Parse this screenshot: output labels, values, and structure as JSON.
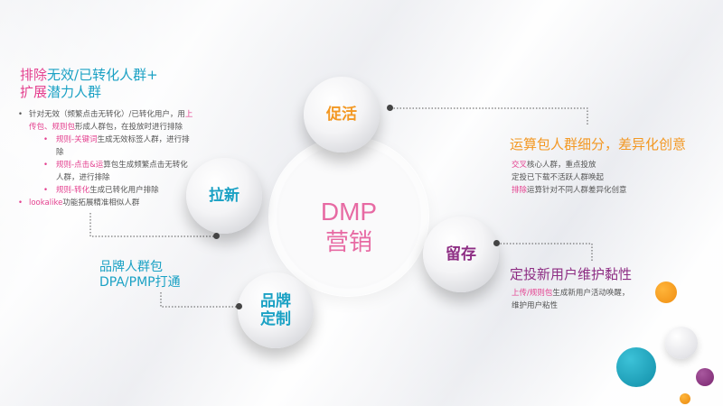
{
  "center": {
    "line1": "DMP",
    "line2": "营销"
  },
  "nodes": {
    "activate": "促活",
    "acquire": "拉新",
    "retain": "留存",
    "brand_line1": "品牌",
    "brand_line2": "定制"
  },
  "left_block": {
    "title_part1": "排除",
    "title_part2": "无效/已转化人群+",
    "title_part3": "扩展",
    "title_part4": "潜力人群",
    "b1_part1": "针对无效（频繁点击无转化）/已转化用户，用",
    "b1_part2": "上",
    "b1_part3": "传包、规则包",
    "b1_part4": "形成人群包，在投放时进行排除",
    "s1_part1": "规则-关键词",
    "s1_part2": "生成无效标签人群，进行排",
    "s1_part3": "除",
    "s2_part1": "规则-点击&运",
    "s2_part2": "算包生成频繁点击无转化",
    "s2_part3": "人群，进行排除",
    "s3_part1": "规则-转化",
    "s3_part2": "生成已转化用户排除",
    "b2_part1": "lookalike",
    "b2_part2": "功能拓展精准相似人群"
  },
  "brand_block": {
    "line1": "品牌人群包",
    "line2": "DPA/PMP打通"
  },
  "right_top_block": {
    "title": "运算包人群细分，差异化创意",
    "l1_part1": "交叉",
    "l1_part2": "核心人群，重点投放",
    "l2": "定投已下载不活跃人群唤起",
    "l3_part1": "排除",
    "l3_part2": "运算针对不同人群差异化创意"
  },
  "right_bottom_block": {
    "title": "定投新用户维护黏性",
    "l1_part1": "上传/规则包",
    "l1_part2": "生成新用户活动唤醒，",
    "l2": "维护用户粘性"
  },
  "colors": {
    "pink": "#e4408f",
    "teal": "#1aa1c4",
    "orange": "#f39823",
    "purple": "#8e2e84",
    "center": "#e76aa3"
  }
}
